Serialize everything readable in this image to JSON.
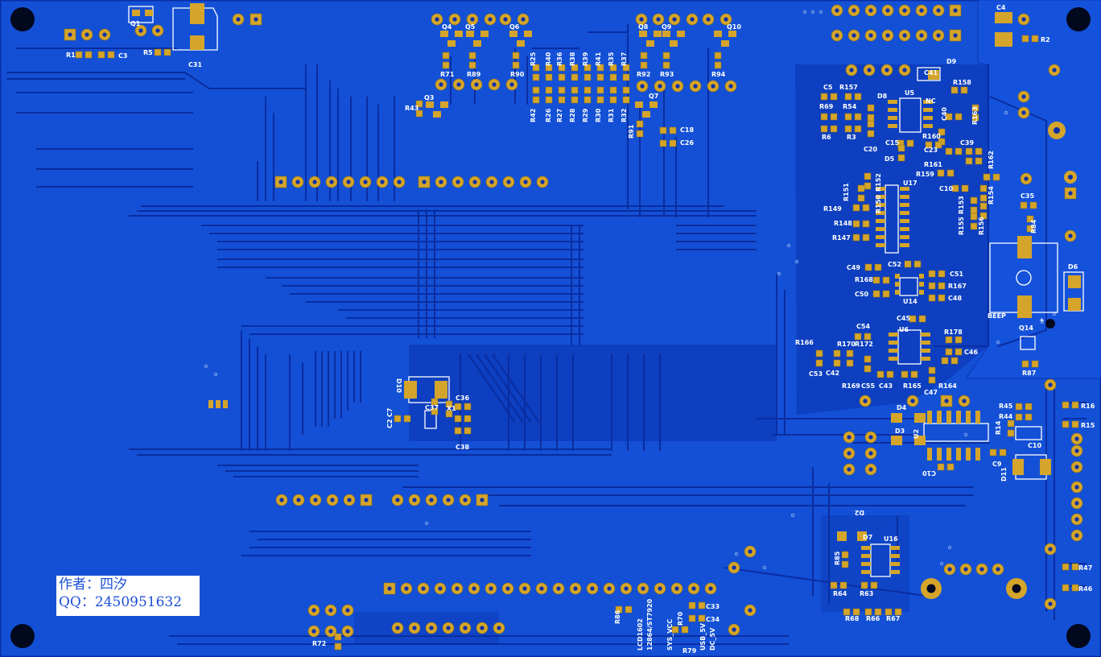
{
  "note": {
    "author_line": "作者：四汐",
    "qq_line": "QQ：2450951632"
  },
  "silk_labels": [
    "R1",
    "C3",
    "Q1",
    "R5",
    "C31",
    "Q4",
    "Q5",
    "Q6",
    "Q8",
    "Q9",
    "Q10",
    "R71",
    "R89",
    "R90",
    "R92",
    "R93",
    "R94",
    "R42",
    "R40",
    "R36",
    "R38",
    "R39",
    "R41",
    "R35",
    "R37",
    "R43",
    "Q3",
    "R25",
    "R26",
    "R27",
    "R28",
    "R29",
    "R30",
    "R31",
    "R32",
    "Q7",
    "R91",
    "C18",
    "C26",
    "C4",
    "R2",
    "D9",
    "R158",
    "C41",
    "C5",
    "R157",
    "D8",
    "U5",
    "R69",
    "R54",
    "NC",
    "C40",
    "R163",
    "R6",
    "R3",
    "R160",
    "C15",
    "C23",
    "C39",
    "C20",
    "D5",
    "R161",
    "R162",
    "R159",
    "U17",
    "C10",
    "R151",
    "R152",
    "R149",
    "R150",
    "R153",
    "R154",
    "R148",
    "R155",
    "R156",
    "R147",
    "C35",
    "R84",
    "D6",
    "C49",
    "C52",
    "C51",
    "R168",
    "R167",
    "C50",
    "U14",
    "C48",
    "BEEP",
    "C45",
    "Q14",
    "R166",
    "C54",
    "R170",
    "R172",
    "U6",
    "R178",
    "C46",
    "C53",
    "C42",
    "R169",
    "C55",
    "C43",
    "R165",
    "R164",
    "C47",
    "R87",
    "D4",
    "R45",
    "R16",
    "R44",
    "R14",
    "R15",
    "D3",
    "U2",
    "C10",
    "C9",
    "D11",
    "C36",
    "C7",
    "C2",
    "C37",
    "X1",
    "C38",
    "D10",
    "D2",
    "D7",
    "U16",
    "R85",
    "R64",
    "R63",
    "R47",
    "R46",
    "R68",
    "R66",
    "R67",
    "R72",
    "R86",
    "C33",
    "C34",
    "R70",
    "R79"
  ],
  "vertical_labels": [
    "LCD1602",
    "12864/ST7920",
    "SYS_VCC",
    "USB_5V",
    "DC_5V"
  ]
}
